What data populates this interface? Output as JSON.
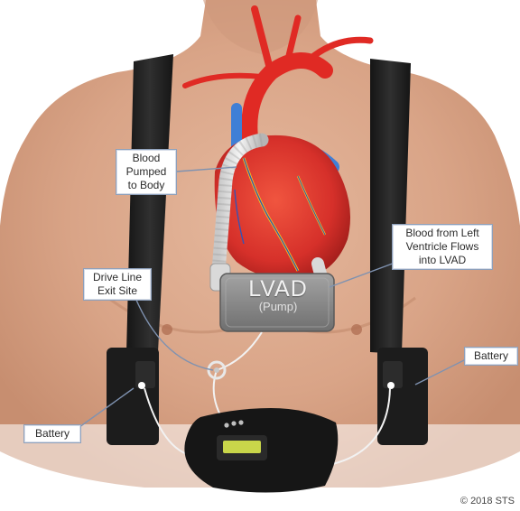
{
  "labels": {
    "blood_pumped": [
      "Blood",
      "Pumped",
      "to Body"
    ],
    "blood_from_lv": [
      "Blood from Left",
      "Ventricle Flows",
      "into LVAD"
    ],
    "drive_line": [
      "Drive Line",
      "Exit Site"
    ],
    "battery_left": "Battery",
    "battery_right": "Battery",
    "lvad_main": "LVAD",
    "lvad_sub": "(Pump)"
  },
  "copyright": "© 2018 STS",
  "icons": {
    "heart": "heart-icon",
    "pump": "lvad-pump-icon",
    "controller": "controller-icon",
    "battery": "battery-icon"
  },
  "colors": {
    "skin": "#d9a487",
    "strap": "#222222",
    "heart_red": "#d6302a",
    "vessel_blue": "#3f7fd6",
    "pump_gray": "#8a8a8a",
    "controller_screen": "#c9d64a",
    "callout_border": "#8ea0bb"
  }
}
